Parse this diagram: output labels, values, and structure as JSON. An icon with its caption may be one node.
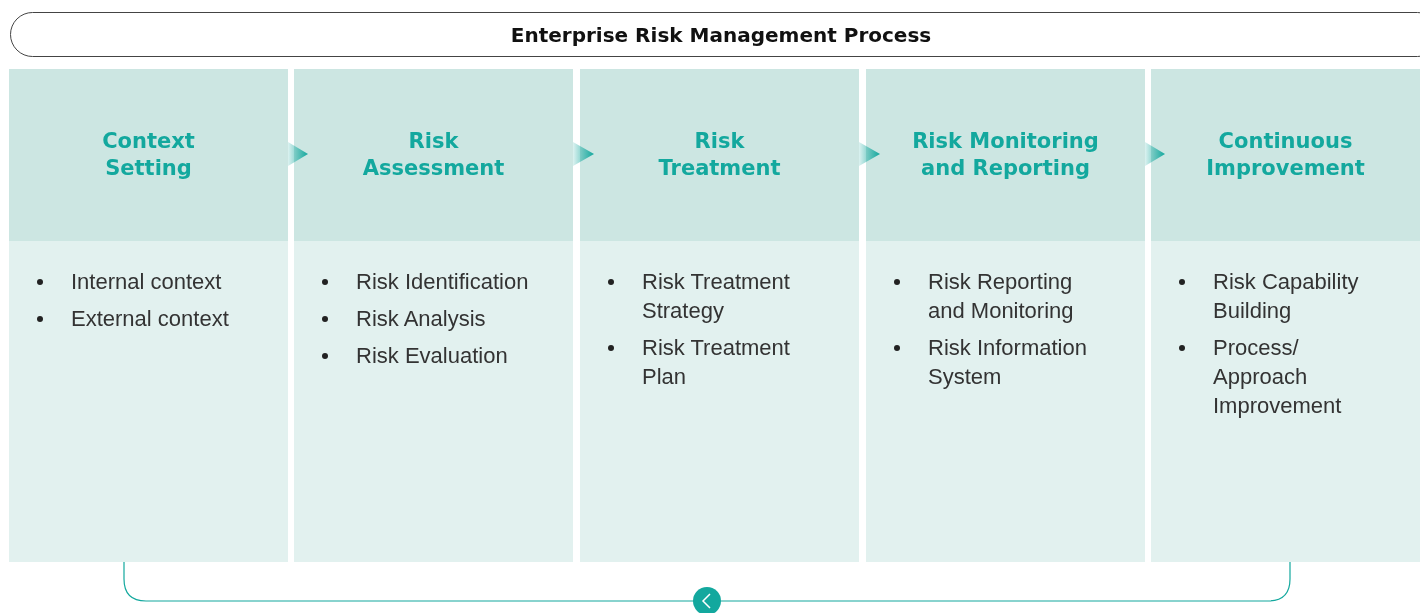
{
  "diagram": {
    "title": "Enterprise Risk Management Process",
    "nodes": [
      {
        "text": [
          "Context Setting",
          "Internal context",
          "External context"
        ]
      },
      {
        "text": [
          "Risk Assessment",
          "Risk Identification",
          "Risk Analysis",
          "Risk Evaluation"
        ]
      },
      {
        "text": [
          "Risk Treatment",
          "Risk Treatment Strategy",
          "Risk Treatment Plan"
        ]
      },
      {
        "text": [
          "Risk Monitoring and Reporting",
          "Risk Reporting and Monitoring",
          "Risk Information System"
        ]
      },
      {
        "text": [
          "Continuous Improvement",
          "Risk Capability Building",
          "Process/ Approach Improvement"
        ]
      }
    ],
    "edges": [
      {
        "from": 0,
        "to": 1,
        "arrow": "to"
      },
      {
        "from": 1,
        "to": 2,
        "arrow": "to"
      },
      {
        "from": 2,
        "to": 3,
        "arrow": "to"
      },
      {
        "from": 3,
        "to": 4,
        "arrow": "to"
      },
      {
        "from": 4,
        "to": 0,
        "arrow": "to"
      }
    ]
  }
}
